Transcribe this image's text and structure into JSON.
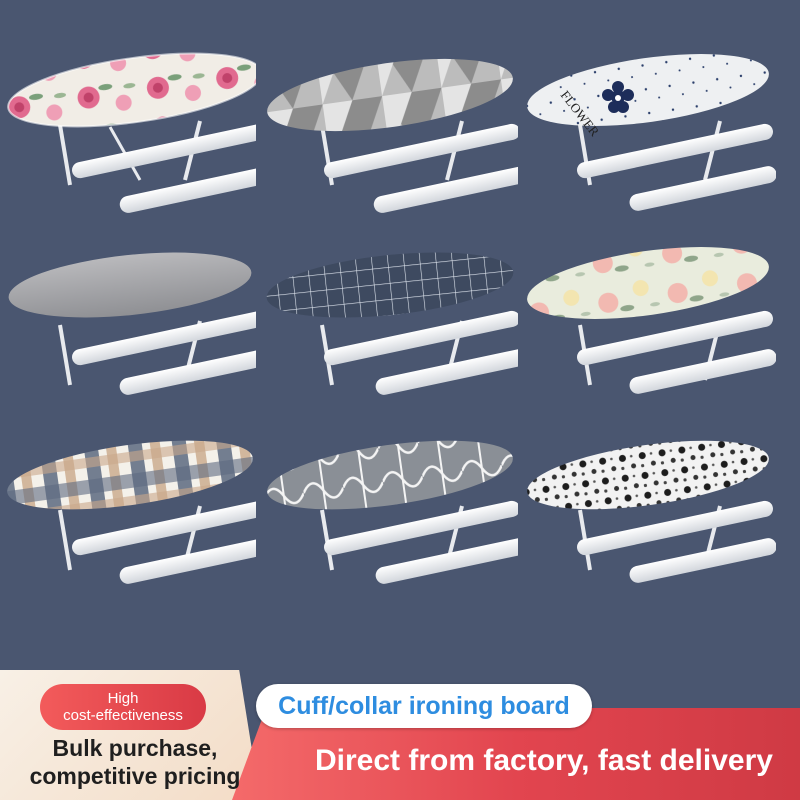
{
  "products": [
    {
      "pattern": "pink-floral",
      "name": "board-pink-floral"
    },
    {
      "pattern": "gray-triangles",
      "name": "board-gray-triangles"
    },
    {
      "pattern": "flower-print",
      "name": "board-flower-print",
      "printed_text": "FLOWER"
    },
    {
      "pattern": "plain-gray",
      "name": "board-plain-gray"
    },
    {
      "pattern": "navy-grid",
      "name": "board-navy-grid"
    },
    {
      "pattern": "peony-floral",
      "name": "board-peony-floral"
    },
    {
      "pattern": "beige-plaid",
      "name": "board-beige-plaid"
    },
    {
      "pattern": "gray-lattice",
      "name": "board-gray-lattice"
    },
    {
      "pattern": "black-white-dots",
      "name": "board-black-white-dots"
    }
  ],
  "banner": {
    "badge_line1": "High",
    "badge_line2": "cost-effectiveness",
    "product_title": "Cuff/collar ironing board",
    "left_line1": "Bulk purchase,",
    "left_line2": "competitive pricing",
    "tagline": "Direct from factory, fast delivery"
  },
  "colors": {
    "background": "#4a5670",
    "accent_red": "#e2454f",
    "title_blue": "#2e8de0",
    "left_panel": "#f6e6d6"
  }
}
